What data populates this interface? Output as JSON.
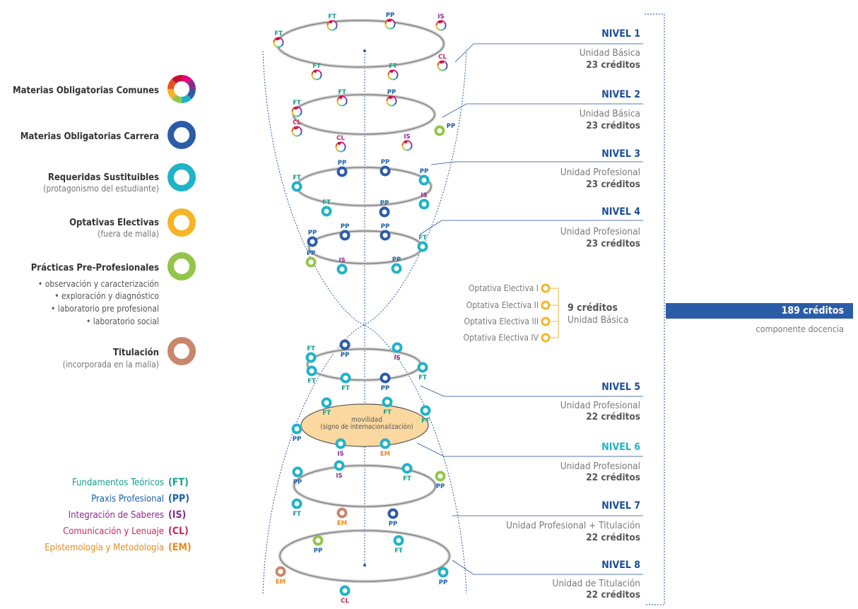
{
  "legend": {
    "items": [
      {
        "title": "Materias  Obligatorias Comunes",
        "sub": "",
        "ring": "multi"
      },
      {
        "title": "Materias Obligatorias Carrera",
        "sub": "",
        "ring": "#2b5ca8"
      },
      {
        "title": "Requeridas Sustituibles",
        "sub": "(protagonismo del estudiante)",
        "ring": "#1fb3c8"
      },
      {
        "title": "Optativas Electivas",
        "sub": "(fuera de malla)",
        "ring": "#f6b526"
      },
      {
        "title": "Prácticas Pre-Profesionales",
        "sub": "",
        "ring": "#93c54b"
      },
      {
        "title": "Titulación",
        "sub": "(incorporada en la malla)",
        "ring": "#c8866a"
      }
    ],
    "practicas_bullets": [
      "• observación y caracterización",
      "• exploración y diagnóstico",
      "• laboratorio pre profesional",
      "• laboratorio social"
    ],
    "multi_colors": [
      "#e4007c",
      "#8a2a8c",
      "#2b5ca8",
      "#1fb3c8",
      "#93c54b",
      "#f6b526",
      "#e94e1b",
      "#c8102e"
    ]
  },
  "abbreviations": [
    {
      "label": "Fundamentos Teóricos",
      "code": "(FT)",
      "color": "#12a08a"
    },
    {
      "label": "Praxis Profesional",
      "code": "(PP)",
      "color": "#1c5fa8"
    },
    {
      "label": "Integración de Saberes",
      "code": "(IS)",
      "color": "#8a2a8c"
    },
    {
      "label": "Comunicación y Lenuaje",
      "code": "(CL)",
      "color": "#c8285a"
    },
    {
      "label": "Epistemología y Metodología",
      "code": "(EM)",
      "color": "#ef8a1a"
    }
  ],
  "levels": [
    {
      "name": "NIVEL 1",
      "unit": "Unidad Básica",
      "credits": "23 créditos",
      "name_color": "#1c4e9a"
    },
    {
      "name": "NIVEL 2",
      "unit": "Unidad Básica",
      "credits": "23 créditos",
      "name_color": "#1c4e9a"
    },
    {
      "name": "NIVEL 3",
      "unit": "Unidad Profesional",
      "credits": "23 créditos",
      "name_color": "#1c4e9a"
    },
    {
      "name": "NIVEL 4",
      "unit": "Unidad Profesional",
      "credits": "23 créditos",
      "name_color": "#1c4e9a"
    },
    {
      "name": "NIVEL 5",
      "unit": "Unidad Profesional",
      "credits": "22 créditos",
      "name_color": "#1c4e9a"
    },
    {
      "name": "NIVEL 6",
      "unit": "Unidad Profesional",
      "credits": "22 créditos",
      "name_color": "#1fb3c8"
    },
    {
      "name": "NIVEL 7",
      "unit": "Unidad Profesional + Titulación",
      "credits": "22 créditos",
      "name_color": "#1c4e9a"
    },
    {
      "name": "NIVEL 8",
      "unit": "Unidad de Titulación",
      "credits": "22 créditos",
      "name_color": "#1c4e9a"
    }
  ],
  "electives": {
    "items": [
      "Optativa Electiva I",
      "Optativa Electiva II",
      "Optativa Electiva III",
      "Optativa Electiva IV"
    ],
    "credits": "9 créditos",
    "unit": "Unidad Básica"
  },
  "total": {
    "credits": "189 créditos",
    "caption": "componente docencia",
    "bar_color": "#2b5ca8"
  },
  "movilidad": {
    "line1": "movilidad",
    "line2": "(signo de internacionalización)"
  },
  "colors": {
    "FT": "#12a08a",
    "PP": "#1c5fa8",
    "IS": "#8a2a8c",
    "CL": "#c8285a",
    "EM": "#ef8a1a",
    "ring_blue": "#2b5ca8",
    "ring_cyan": "#1fb3c8",
    "ring_green": "#93c54b",
    "ring_orange": "#c8866a",
    "ring_yellow": "#f6b526",
    "connector": "#1c4e9a",
    "text_grey": "#7a7a7a",
    "text_dark": "#555555"
  }
}
